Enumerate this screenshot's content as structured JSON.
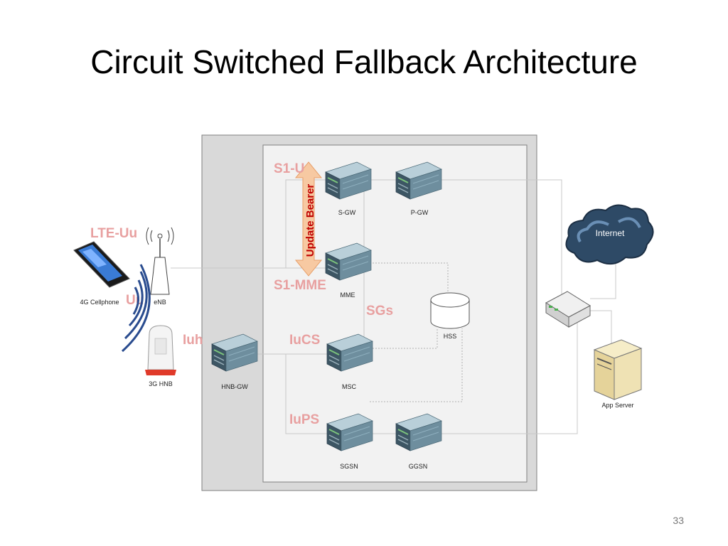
{
  "slide": {
    "title": "Circuit Switched Fallback Architecture",
    "page_number": "33"
  },
  "nodes": {
    "sgw": "S-GW",
    "pgw": "P-GW",
    "mme": "MME",
    "hss": "HSS",
    "msc": "MSC",
    "hnbgw": "HNB-GW",
    "sgsn": "SGSN",
    "ggsn": "GGSN",
    "cellphone": "4G Cellphone",
    "enb": "eNB",
    "hnb": "3G HNB",
    "internet": "Internet",
    "app_server": "App Server"
  },
  "interfaces": {
    "s1u": "S1-U",
    "s1mme": "S1-MME",
    "lteuu": "LTE-Uu",
    "uu": "Uu",
    "iuh": "Iuh",
    "iucs": "IuCS",
    "iups": "IuPS",
    "sgs": "SGs"
  },
  "annotation": {
    "update_bearer": "Update Bearer"
  },
  "colors": {
    "interface_label": "#e8a0a0",
    "update_bearer_arrow": "#f7c9a2",
    "update_bearer_text": "#c00000",
    "outer_box": "#d9d9d9",
    "inner_box": "#f2f2f2",
    "server_body": "#5d7d8c",
    "cloud": "#2e4a66",
    "wave": "#2a4c8f"
  },
  "icons": {
    "server": "server-rack-icon",
    "database": "database-cylinder-icon",
    "cloud": "cloud-icon",
    "router": "router-icon",
    "antenna": "antenna-icon",
    "phone": "smartphone-icon",
    "femtocell": "femtocell-icon",
    "pc_server": "tower-server-icon"
  }
}
